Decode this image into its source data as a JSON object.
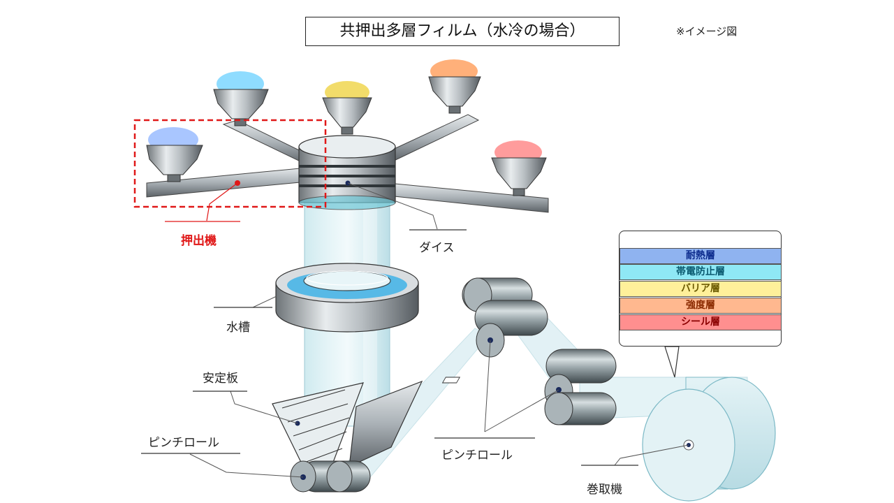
{
  "title": "共押出多層フィルム（水冷の場合）",
  "note": "※イメージ図",
  "labels": {
    "extruder": "押出機",
    "die": "ダイス",
    "water_tank": "水槽",
    "stabilizer": "安定板",
    "pinch_roll_left": "ピンチロール",
    "pinch_roll_right": "ピンチロール",
    "winder": "巻取機"
  },
  "layers": [
    {
      "label": "耐熱層",
      "bg": "#8fb3f0",
      "fg": "#0b2a8c"
    },
    {
      "label": "帯電防止層",
      "bg": "#8fe8f5",
      "fg": "#0a5a70"
    },
    {
      "label": "バリア層",
      "bg": "#fff09a",
      "fg": "#6b5a00"
    },
    {
      "label": "強度層",
      "bg": "#ffb88f",
      "fg": "#8a2a00"
    },
    {
      "label": "シール層",
      "bg": "#ff8f8f",
      "fg": "#8a0000"
    }
  ],
  "colors": {
    "accent_red": "#e01818",
    "pellet_blue": "#a9c6ff",
    "pellet_cyan": "#8fdcff",
    "pellet_yellow": "#f2dc6a",
    "pellet_orange": "#ffb07a",
    "pellet_pink": "#ff9c9c"
  }
}
